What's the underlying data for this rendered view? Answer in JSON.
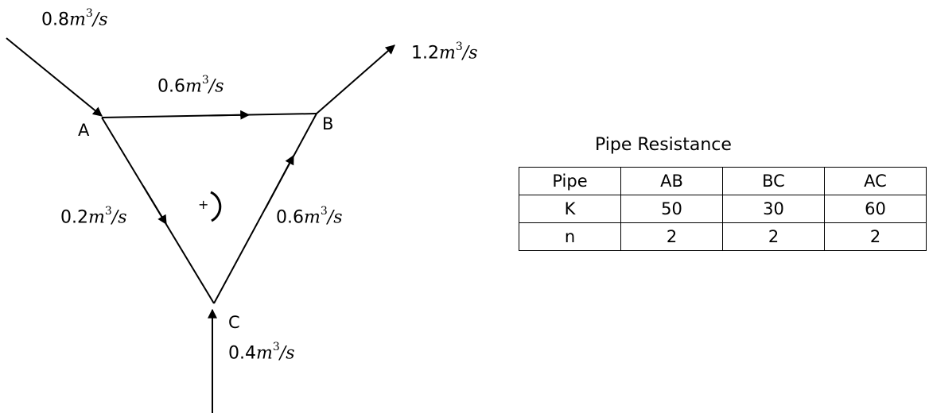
{
  "flows": {
    "inlet_a": {
      "value": "0.8",
      "m": "m",
      "exp": "3",
      "s": "/s"
    },
    "outlet_b": {
      "value": "1.2",
      "m": "m",
      "exp": "3",
      "s": "/s"
    },
    "pipe_ab": {
      "value": "0.6",
      "m": "m",
      "exp": "3",
      "s": "/s"
    },
    "pipe_ac": {
      "value": "0.2",
      "m": "m",
      "exp": "3",
      "s": "/s"
    },
    "pipe_bc": {
      "value": "0.6",
      "m": "m",
      "exp": "3",
      "s": "/s"
    },
    "inlet_c": {
      "value": "0.4",
      "m": "m",
      "exp": "3",
      "s": "/s"
    }
  },
  "nodes": {
    "a": "A",
    "b": "B",
    "c": "C"
  },
  "loop_sign": "+",
  "table": {
    "title": "Pipe Resistance",
    "rows": [
      [
        "Pipe",
        "AB",
        "BC",
        "AC"
      ],
      [
        "K",
        "50",
        "30",
        "60"
      ],
      [
        "n",
        "2",
        "2",
        "2"
      ]
    ]
  }
}
